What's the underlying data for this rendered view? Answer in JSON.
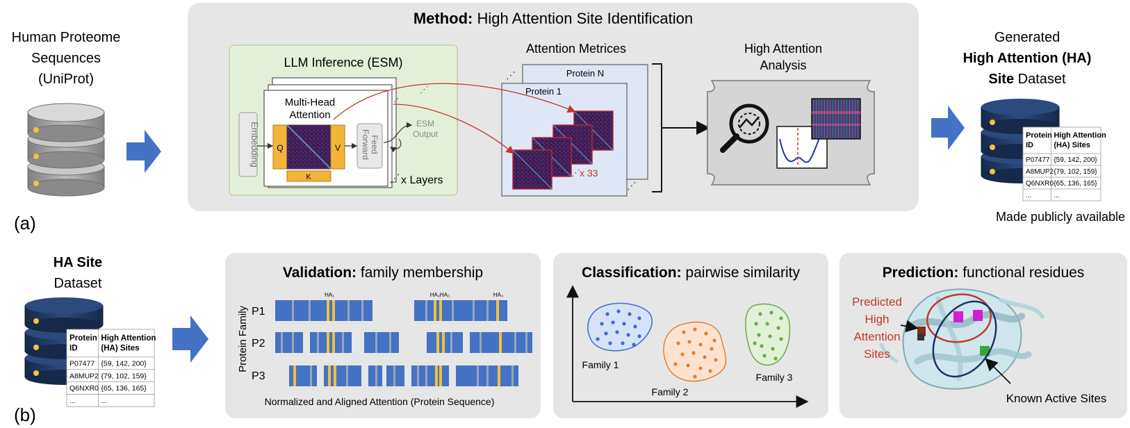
{
  "panel_a": {
    "label": "(a)",
    "source": {
      "line1": "Human Proteome",
      "line2": "Sequences",
      "line3": "(UniProt)"
    },
    "method": {
      "title_bold": "Method:",
      "title_rest": " High Attention Site Identification",
      "llm": {
        "title": "LLM  Inference (ESM)",
        "embedding": "Embedding",
        "mha_line1": "Multi-Head",
        "mha_line2": "Attention",
        "q": "Q",
        "k": "K",
        "v": "V",
        "ff_line1": "Feed",
        "ff_line2": "Forward",
        "output_line1": "ESM",
        "output_line2": "Output",
        "layers": "x Layers"
      },
      "attention": {
        "title": "Attention Metrices",
        "protein_n": "Protein N",
        "protein_1": "Protein 1",
        "count": "x 33"
      },
      "analysis": {
        "line1": "High Attention",
        "line2": "Analysis"
      }
    },
    "output": {
      "line1": "Generated",
      "line2": "High Attention (HA)",
      "line3_bold": "Site",
      "line3_rest": " Dataset",
      "note": "Made publicly available"
    }
  },
  "table": {
    "headers": [
      [
        "Protein",
        "ID"
      ],
      [
        "High Attention",
        "(HA) Sites"
      ]
    ],
    "rows": [
      [
        "P07477",
        "{59, 142, 200}"
      ],
      [
        "A8MUP2",
        "{79, 102, 159}"
      ],
      [
        "Q6NXR0",
        "{65, 136, 165}"
      ],
      [
        "...",
        "..."
      ]
    ]
  },
  "panel_b": {
    "label": "(b)",
    "dataset": {
      "line1": "HA Site",
      "line2": "Dataset"
    },
    "validation": {
      "title_bold": "Validation:",
      "title_rest": " family membership",
      "y_axis": "Protein Family",
      "rows": [
        "P1",
        "P2",
        "P3"
      ],
      "ha_labels": [
        "HA₁",
        "HA₂HA₃",
        "HA₄"
      ],
      "caption": "Normalized and Aligned Attention (Protein Sequence)"
    },
    "classification": {
      "title_bold": "Classification:",
      "title_rest": " pairwise similarity",
      "families": [
        "Family 1",
        "Family 2",
        "Family 3"
      ]
    },
    "prediction": {
      "title_bold": "Prediction:",
      "title_rest": " functional residues",
      "predicted": [
        "Predicted",
        "High",
        "Attention",
        "Sites"
      ],
      "known": "Known Active Sites"
    }
  },
  "colors": {
    "panel_bg": "#e6e6e6",
    "llm_bg": "#e4efd9",
    "attention_bg": "#dfe6f5",
    "arrow_blue": "#4472c4",
    "db_dark": "#1f3a66",
    "db_gray": "#9a9a9a",
    "seq_blue": "#4472c4",
    "ha_gold": "#f2c040",
    "qkv_gold": "#f2b53a",
    "red": "#c0392b"
  }
}
